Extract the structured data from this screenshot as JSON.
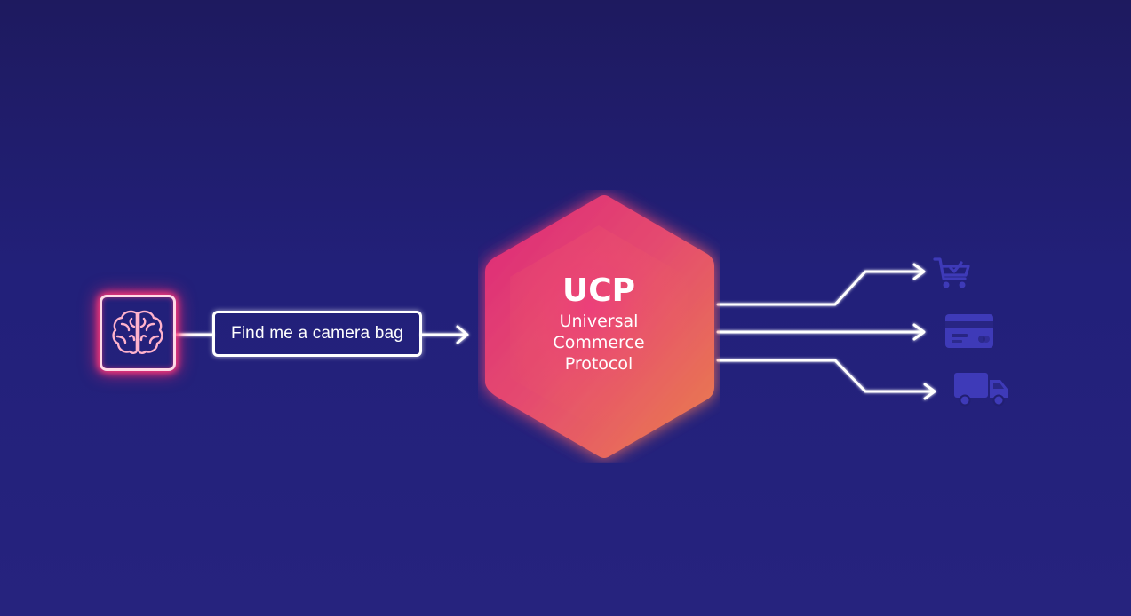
{
  "agent": {
    "icon": "brain-icon",
    "accent_color": "#ff3a7a"
  },
  "query": {
    "text": "Find me a camera bag"
  },
  "protocol": {
    "title": "UCP",
    "subtitle_lines": [
      "Universal",
      "Commerce",
      "Protocol"
    ],
    "gradient_colors": [
      "#e8287a",
      "#f0606a",
      "#f5864a"
    ]
  },
  "outputs": [
    {
      "icon": "shopping-cart-check-icon"
    },
    {
      "icon": "credit-card-icon"
    },
    {
      "icon": "delivery-truck-icon"
    }
  ],
  "colors": {
    "background": "#221f72",
    "line": "#ffffff",
    "output_icon": "#3e3ab8"
  }
}
